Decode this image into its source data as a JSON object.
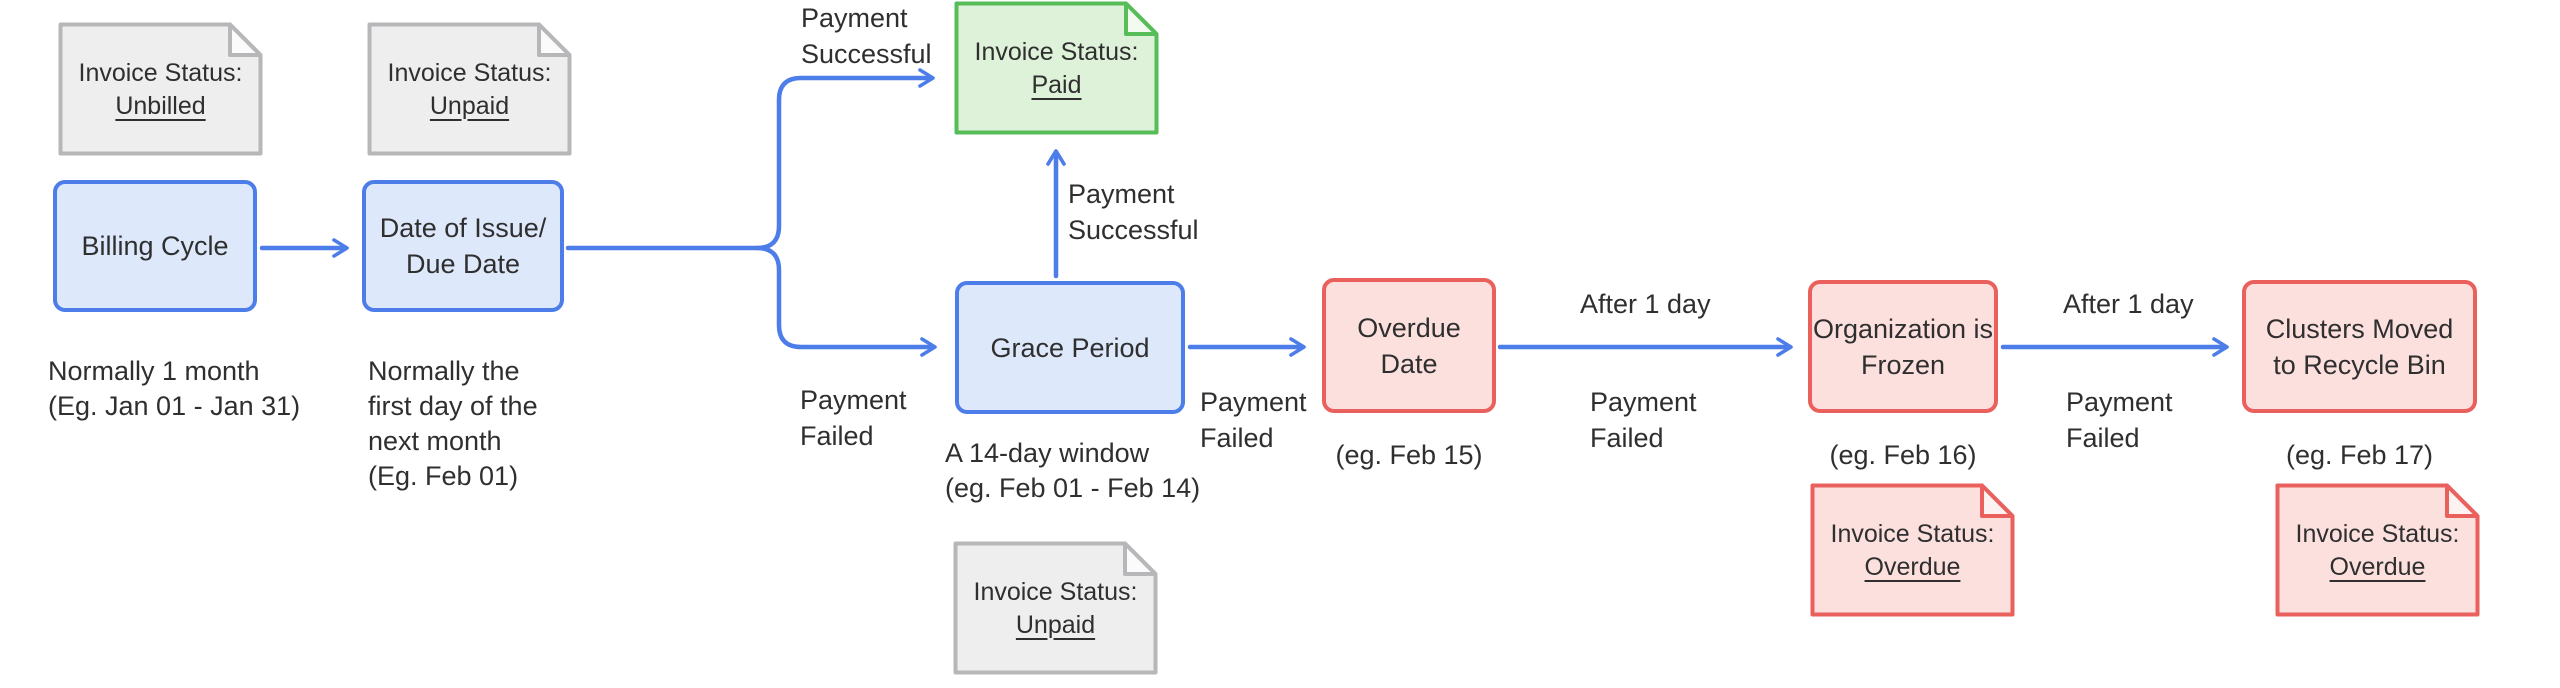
{
  "colors": {
    "connector_blue": "#4d7de8",
    "node_blue_fill": "#dde8fb",
    "node_blue_border": "#4d7de8",
    "node_red_fill": "#fce0de",
    "node_red_border": "#e9605c",
    "note_grey_fill": "#eeeeef",
    "note_grey_border": "#b7b7ba",
    "note_green_fill": "#def1d9",
    "note_green_border": "#57bd58",
    "text": "#2f2f2f"
  },
  "nodes": {
    "billing": {
      "label": "Billing Cycle",
      "caption": "Normally 1 month\n(Eg. Jan 01 - Jan 31)"
    },
    "issue": {
      "label": "Date of Issue/\nDue Date",
      "caption": "Normally the\nfirst day of the\nnext month\n(Eg. Feb 01)"
    },
    "grace": {
      "label": "Grace Period",
      "caption": "A 14-day window\n(eg. Feb 01 - Feb 14)"
    },
    "overdue": {
      "label": "Overdue Date",
      "caption": "(eg. Feb 15)"
    },
    "frozen": {
      "label": "Organization is\nFrozen",
      "caption": "(eg. Feb 16)"
    },
    "recycle": {
      "label": "Clusters Moved\nto Recycle Bin",
      "caption": "(eg. Feb 17)"
    }
  },
  "notes": {
    "unbilled": {
      "title": "Invoice Status:",
      "status": "Unbilled"
    },
    "unpaid_top": {
      "title": "Invoice Status:",
      "status": "Unpaid"
    },
    "paid": {
      "title": "Invoice Status:",
      "status": "Paid"
    },
    "unpaid_bottom": {
      "title": "Invoice Status:",
      "status": "Unpaid"
    },
    "overdue_frozen": {
      "title": "Invoice Status:",
      "status": "Overdue"
    },
    "overdue_recycle": {
      "title": "Invoice Status:",
      "status": "Overdue"
    }
  },
  "edge_labels": {
    "payment_successful_split": "Payment\nSuccessful",
    "payment_failed_split": "Payment\nFailed",
    "payment_successful_grace": "Payment\nSuccessful",
    "payment_failed_grace": "Payment\nFailed",
    "after_1_day_overdue": "After 1 day",
    "payment_failed_overdue": "Payment\nFailed",
    "after_1_day_frozen": "After 1 day",
    "payment_failed_frozen": "Payment\nFailed"
  }
}
